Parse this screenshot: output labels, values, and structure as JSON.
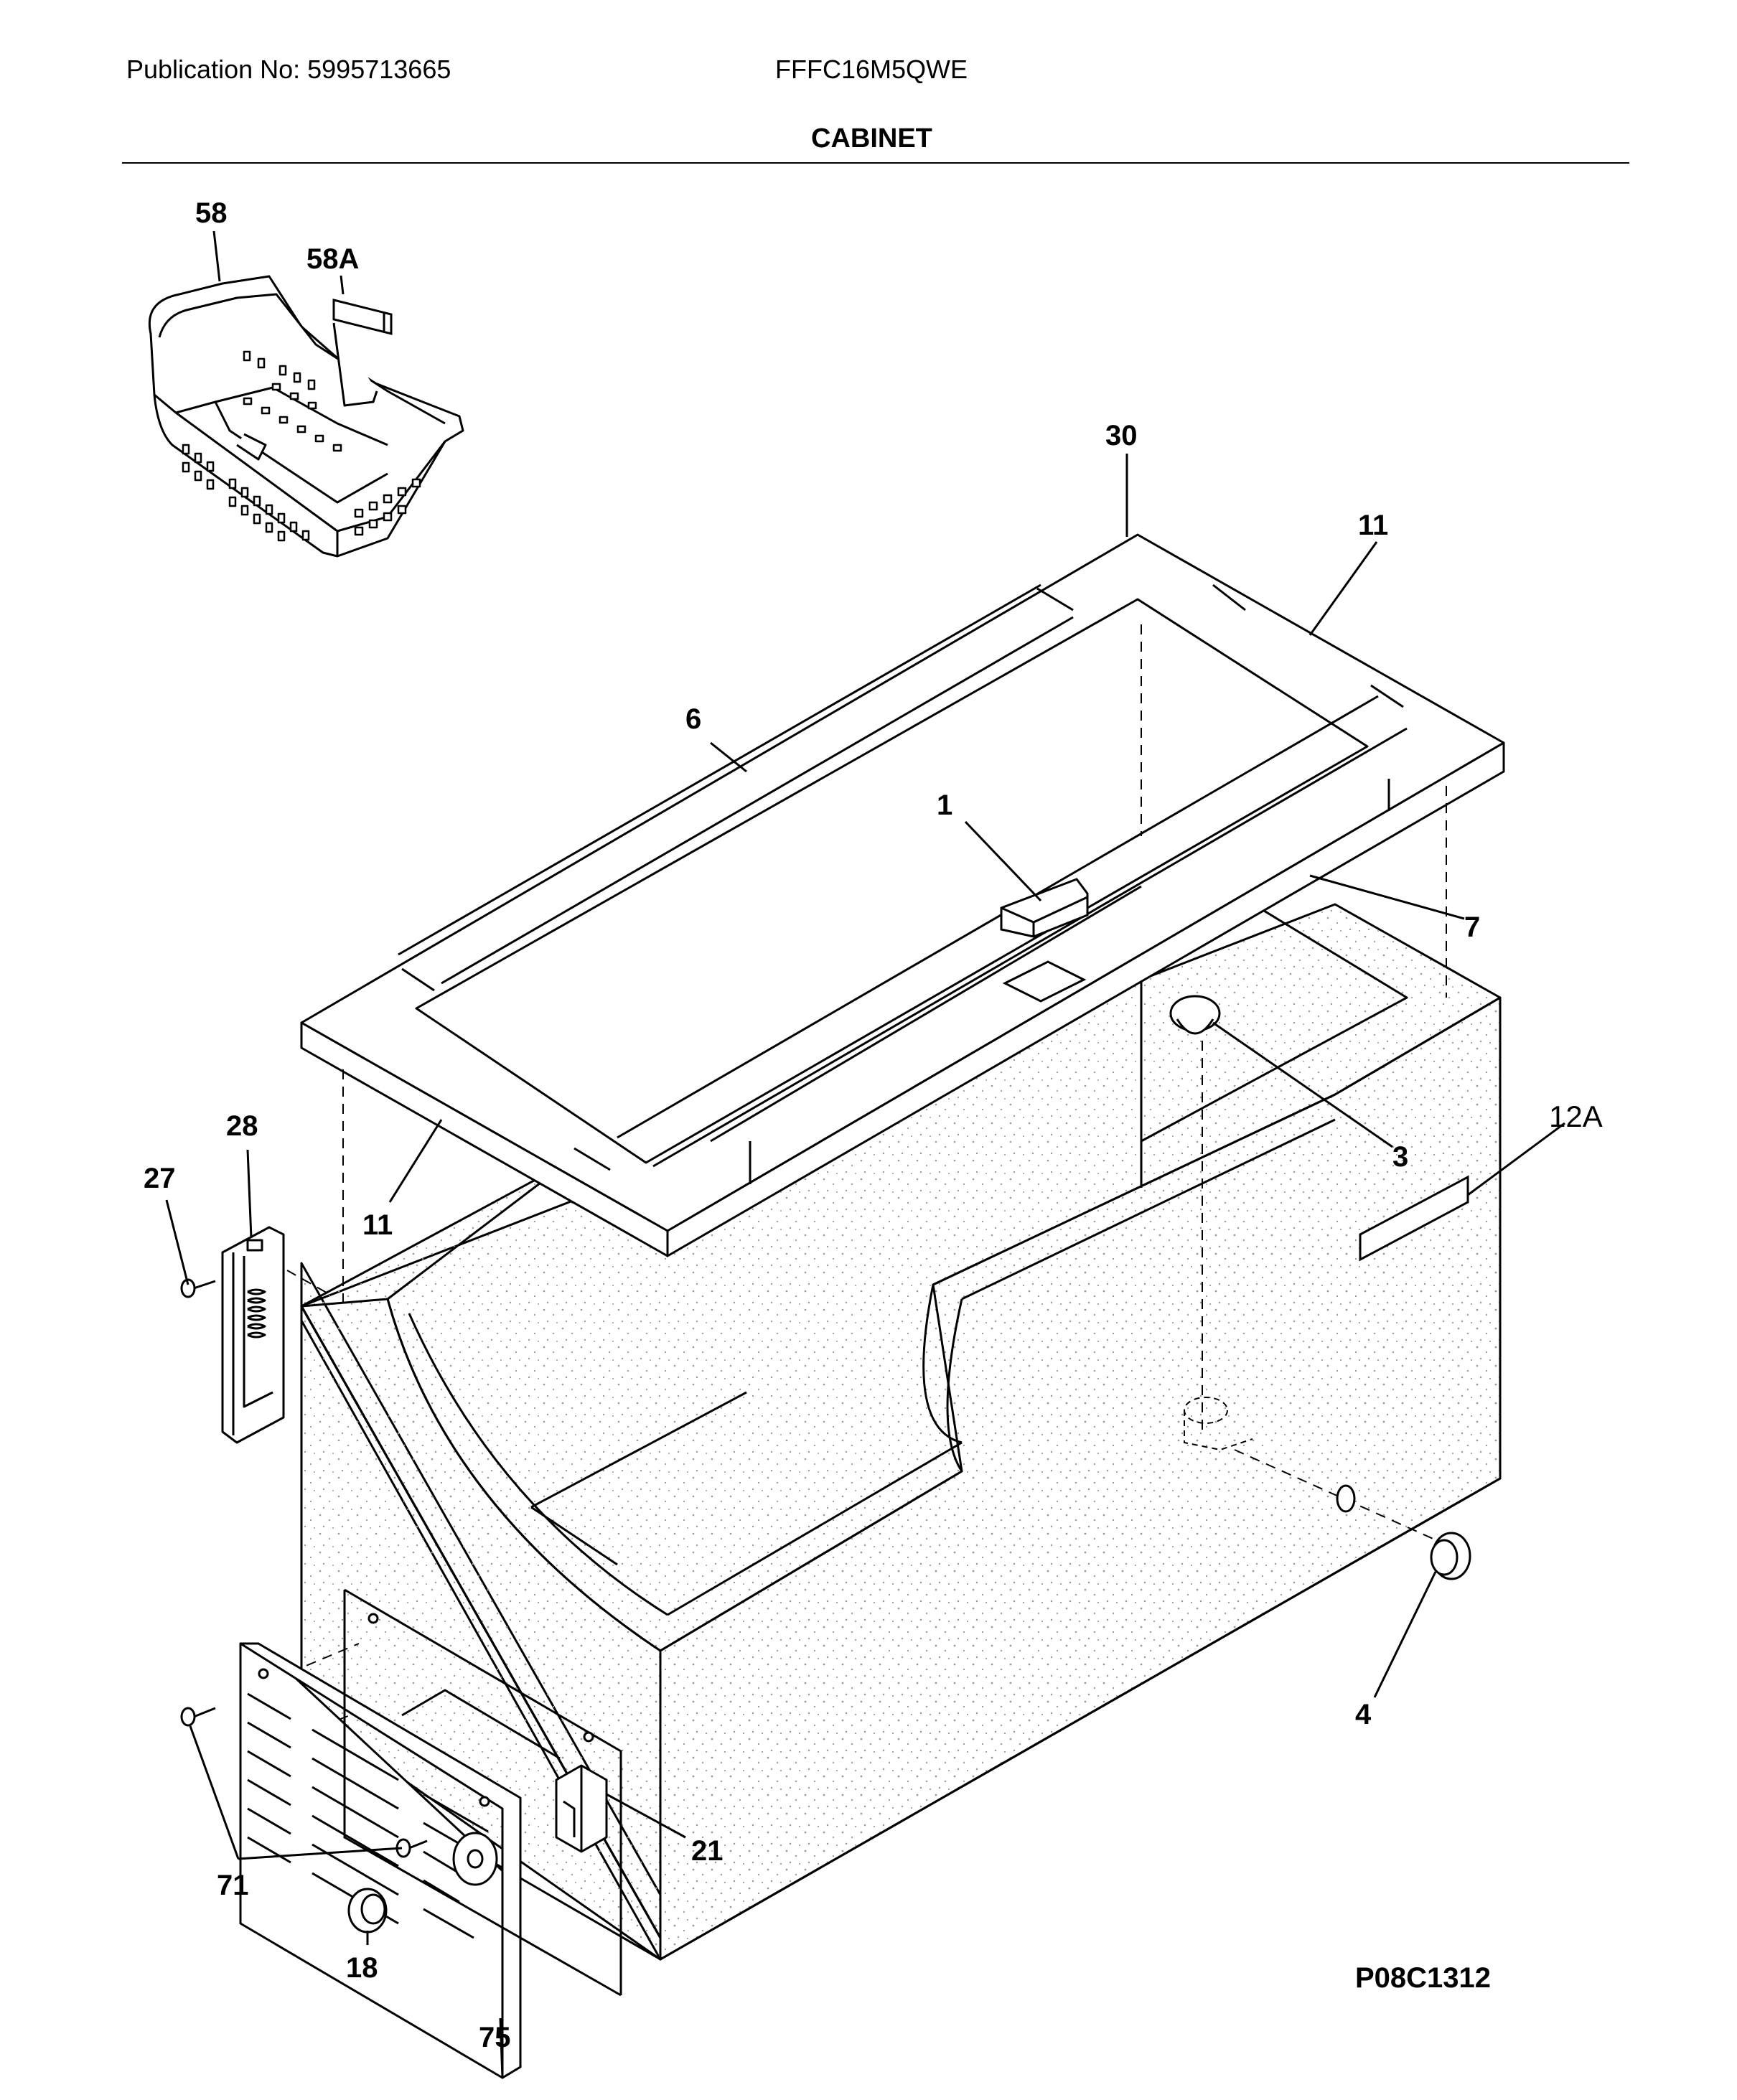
{
  "header": {
    "publication": "Publication No: 5995713665",
    "model": "FFFC16M5QWE",
    "title": "CABINET"
  },
  "footer": {
    "code": "P08C1312"
  },
  "parts": {
    "p58": "58",
    "p58A": "58A",
    "p30": "30",
    "p11a": "11",
    "p6": "6",
    "p1": "1",
    "p7": "7",
    "p28": "28",
    "p27": "27",
    "p11b": "11",
    "p3": "3",
    "p12A": "12A",
    "p4": "4",
    "p21": "21",
    "p71": "71",
    "p18": "18",
    "p75": "75"
  },
  "colors": {
    "ink": "#000000",
    "paper": "#ffffff",
    "stipple": "#9a9a9a"
  }
}
